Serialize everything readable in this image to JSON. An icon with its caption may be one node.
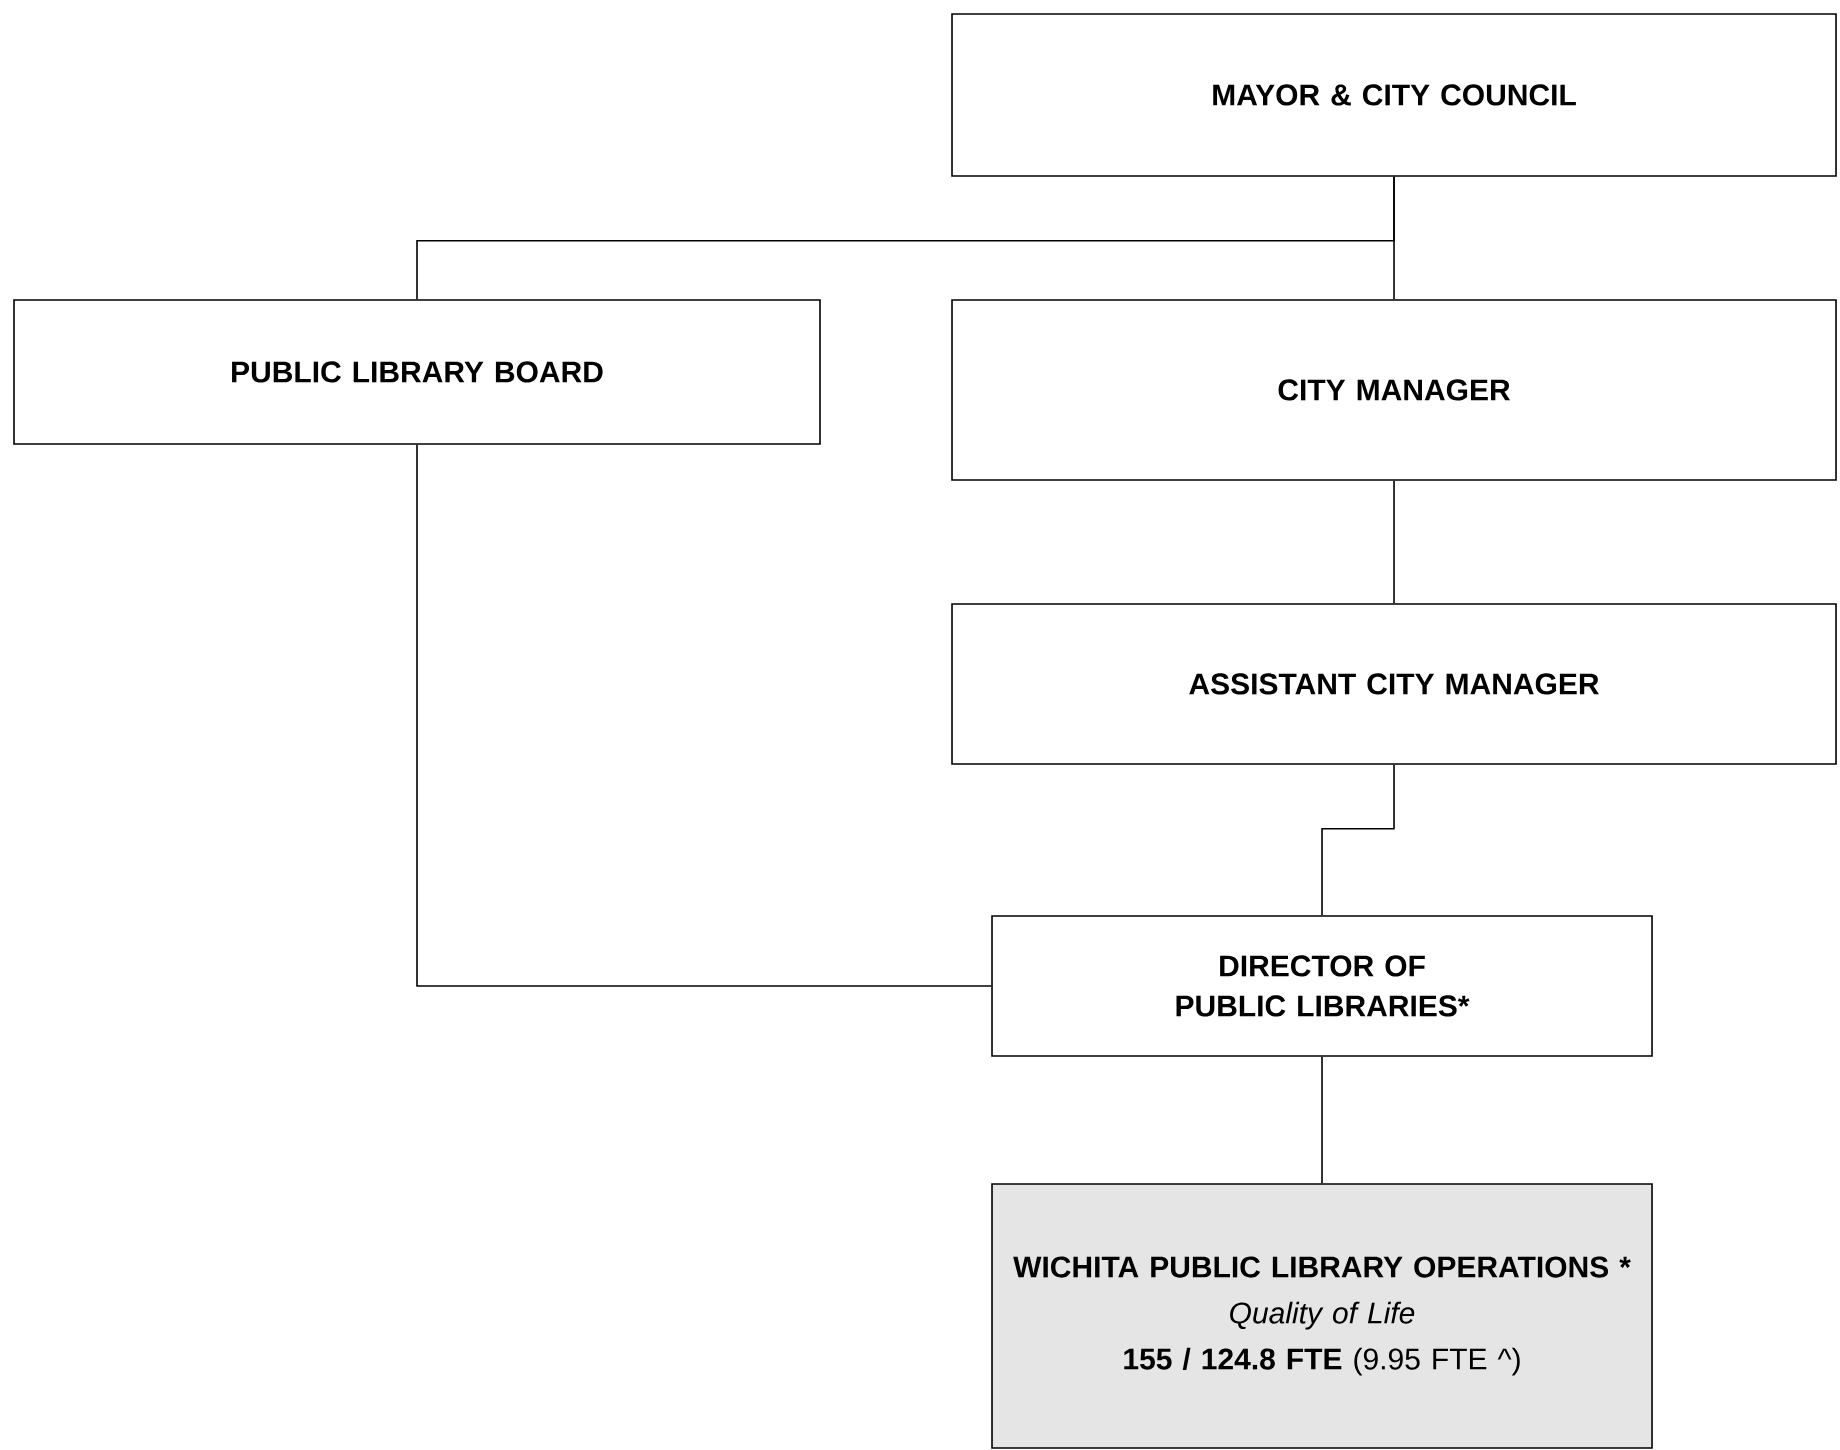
{
  "diagram": {
    "nodes": [
      {
        "text": [
          "MAYOR & CITY COUNCIL"
        ]
      },
      {
        "text": [
          "PUBLIC LIBRARY BOARD"
        ]
      },
      {
        "text": [
          "CITY MANAGER"
        ]
      },
      {
        "text": [
          "ASSISTANT CITY MANAGER"
        ]
      },
      {
        "text": [
          "DIRECTOR OF PUBLIC LIBRARIES*"
        ]
      },
      {
        "text": [
          "WICHITA PUBLIC LIBRARY OPERATIONS *",
          "Quality of Life",
          "**155 / 124.8 FTE** (9.95 FTE ^)"
        ]
      }
    ],
    "edges": [
      {
        "from": 0,
        "to": 2,
        "arrow": "none"
      },
      {
        "from": 0,
        "to": 1,
        "arrow": "none"
      },
      {
        "from": 2,
        "to": 3,
        "arrow": "none"
      },
      {
        "from": 1,
        "to": 4,
        "arrow": "none"
      },
      {
        "from": 3,
        "to": 4,
        "arrow": "none"
      },
      {
        "from": 4,
        "to": 5,
        "arrow": "none"
      }
    ]
  }
}
